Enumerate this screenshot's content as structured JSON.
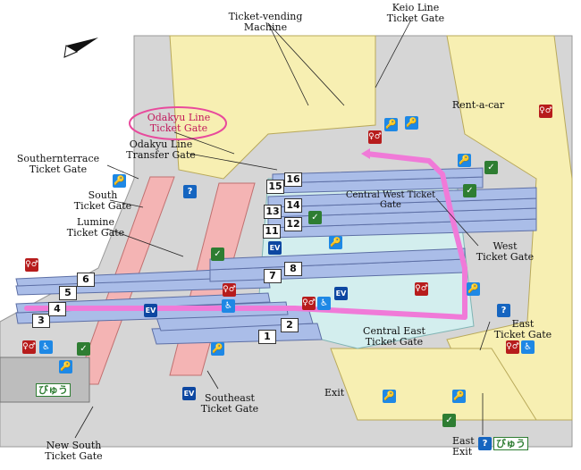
{
  "labels": {
    "ticket_vending": "Ticket-vending Machine",
    "keio_gate": "Keio Line\nTicket Gate",
    "odakyu_gate": "Odakyu Line\nTicket Gate",
    "odakyu_transfer": "Odakyu Line\nTransfer Gate",
    "southern_terrace": "Southernterrace\nTicket Gate",
    "south_gate": "South\nTicket Gate",
    "lumine_gate": "Lumine\nTicket Gate",
    "central_west": "Central West Ticket Gate",
    "west_gate": "West\nTicket Gate",
    "rent_a_car": "Rent-a-car",
    "central_east": "Central East\nTicket Gate",
    "east_gate": "East\nTicket Gate",
    "southeast_gate": "Southeast\nTicket Gate",
    "new_south_gate": "New South\nTicket Gate",
    "exit": "Exit",
    "east_exit": "East\nExit",
    "viewplaza": "びゅう"
  },
  "platforms": [
    "1",
    "2",
    "3",
    "4",
    "5",
    "6",
    "7",
    "8",
    "11",
    "12",
    "13",
    "14",
    "15",
    "16"
  ],
  "icons": {
    "info": "?",
    "toilet": "♀♂",
    "accessible": "♿",
    "locker": "🔑",
    "elevator": "EV",
    "green_window": "✓"
  },
  "colors": {
    "platform_blue": "#aabde8",
    "concourse_yellow": "#f7efb2",
    "concourse_pink": "#f4b4b4",
    "concourse_cyan": "#d3eeee",
    "route_magenta": "#f07ad8",
    "building_grey": "#c9c9c9"
  }
}
